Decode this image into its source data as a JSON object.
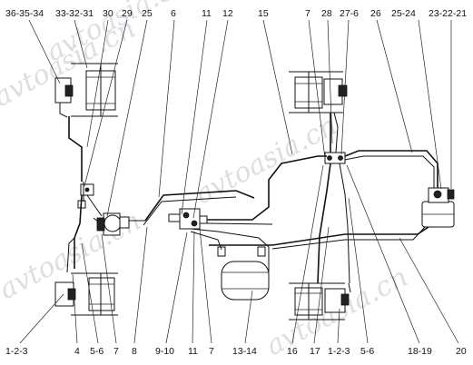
{
  "watermark": {
    "text1": "avtoasia.cn",
    "text2": "avtoasia.cn",
    "text3": "avtoasia.cn",
    "text4": "avtoasia.cn",
    "text5": "avtoasia.cn"
  },
  "callouts_top": [
    "36-35-34",
    "33-32-31",
    "30",
    "29",
    "25",
    "6",
    "11",
    "12",
    "15",
    "7",
    "28",
    "27-6",
    "26",
    "25-24",
    "23-22-21"
  ],
  "callouts_bottom": [
    "1-2-3",
    "4",
    "5-6",
    "7",
    "8",
    "9-10",
    "11",
    "7",
    "13-14",
    "16",
    "17",
    "1-2-3",
    "5-6",
    "18-19",
    "20"
  ]
}
